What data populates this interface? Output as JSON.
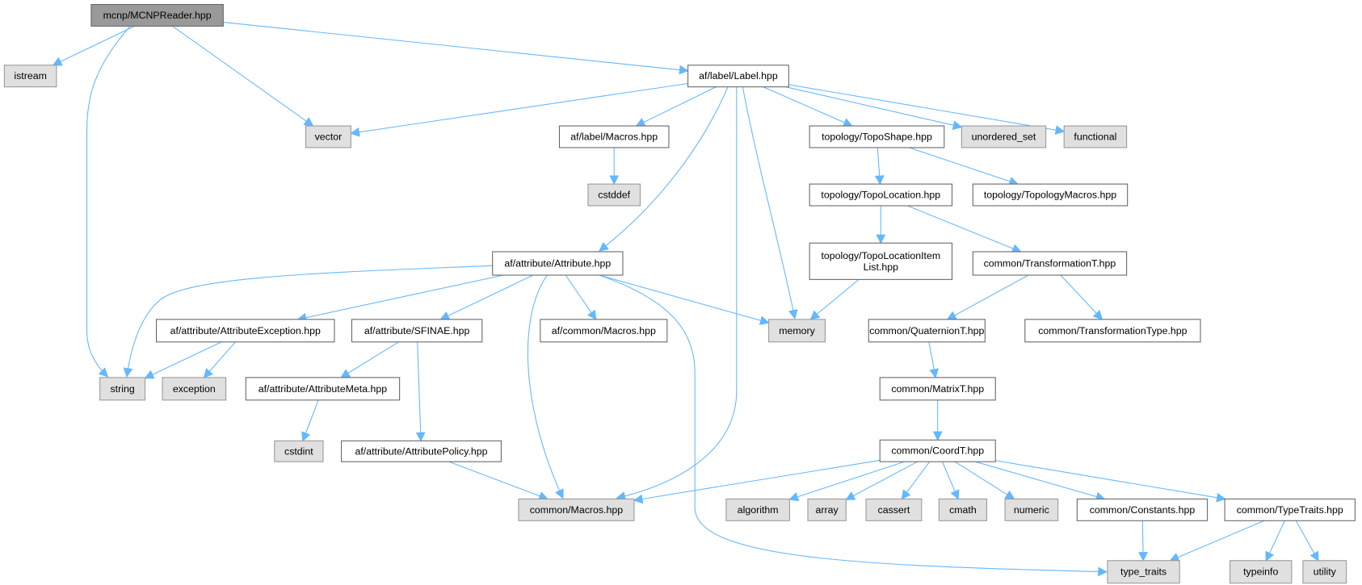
{
  "colors": {
    "edge": "#63b8ff",
    "root_fill": "#999999",
    "external_fill": "#e0e0e0",
    "internal_fill": "#ffffff"
  },
  "nodes": [
    {
      "id": "mcnp_reader",
      "kind": "root",
      "lines": [
        "mcnp/MCNPReader.hpp"
      ]
    },
    {
      "id": "istream",
      "kind": "external",
      "lines": [
        "istream"
      ]
    },
    {
      "id": "vector",
      "kind": "external",
      "lines": [
        "vector"
      ]
    },
    {
      "id": "label",
      "kind": "internal",
      "lines": [
        "af/label/Label.hpp"
      ]
    },
    {
      "id": "label_macros",
      "kind": "internal",
      "lines": [
        "af/label/Macros.hpp"
      ]
    },
    {
      "id": "cstddef",
      "kind": "external",
      "lines": [
        "cstddef"
      ]
    },
    {
      "id": "topo_shape",
      "kind": "internal",
      "lines": [
        "topology/TopoShape.hpp"
      ]
    },
    {
      "id": "unordered_set",
      "kind": "external",
      "lines": [
        "unordered_set"
      ]
    },
    {
      "id": "functional",
      "kind": "external",
      "lines": [
        "functional"
      ]
    },
    {
      "id": "topo_location",
      "kind": "internal",
      "lines": [
        "topology/TopoLocation.hpp"
      ]
    },
    {
      "id": "topology_macros",
      "kind": "internal",
      "lines": [
        "topology/TopologyMacros.hpp"
      ]
    },
    {
      "id": "topo_location_item_list",
      "kind": "internal",
      "lines": [
        "topology/TopoLocationItem",
        "List.hpp"
      ]
    },
    {
      "id": "transformation_t",
      "kind": "internal",
      "lines": [
        "common/TransformationT.hpp"
      ]
    },
    {
      "id": "attribute",
      "kind": "internal",
      "lines": [
        "af/attribute/Attribute.hpp"
      ]
    },
    {
      "id": "attribute_exception",
      "kind": "internal",
      "lines": [
        "af/attribute/AttributeException.hpp"
      ]
    },
    {
      "id": "sfinae",
      "kind": "internal",
      "lines": [
        "af/attribute/SFINAE.hpp"
      ]
    },
    {
      "id": "af_common_macros",
      "kind": "internal",
      "lines": [
        "af/common/Macros.hpp"
      ]
    },
    {
      "id": "memory",
      "kind": "external",
      "lines": [
        "memory"
      ]
    },
    {
      "id": "quaternion_t",
      "kind": "internal",
      "lines": [
        "common/QuaternionT.hpp"
      ]
    },
    {
      "id": "transformation_type",
      "kind": "internal",
      "lines": [
        "common/TransformationType.hpp"
      ]
    },
    {
      "id": "string",
      "kind": "external",
      "lines": [
        "string"
      ]
    },
    {
      "id": "exception",
      "kind": "external",
      "lines": [
        "exception"
      ]
    },
    {
      "id": "attribute_meta",
      "kind": "internal",
      "lines": [
        "af/attribute/AttributeMeta.hpp"
      ]
    },
    {
      "id": "cstdint",
      "kind": "external",
      "lines": [
        "cstdint"
      ]
    },
    {
      "id": "attribute_policy",
      "kind": "internal",
      "lines": [
        "af/attribute/AttributePolicy.hpp"
      ]
    },
    {
      "id": "matrix_t",
      "kind": "internal",
      "lines": [
        "common/MatrixT.hpp"
      ]
    },
    {
      "id": "coord_t",
      "kind": "internal",
      "lines": [
        "common/CoordT.hpp"
      ]
    },
    {
      "id": "common_macros",
      "kind": "external",
      "lines": [
        "common/Macros.hpp"
      ]
    },
    {
      "id": "algorithm",
      "kind": "external",
      "lines": [
        "algorithm"
      ]
    },
    {
      "id": "array",
      "kind": "external",
      "lines": [
        "array"
      ]
    },
    {
      "id": "cassert",
      "kind": "external",
      "lines": [
        "cassert"
      ]
    },
    {
      "id": "cmath",
      "kind": "external",
      "lines": [
        "cmath"
      ]
    },
    {
      "id": "numeric",
      "kind": "external",
      "lines": [
        "numeric"
      ]
    },
    {
      "id": "constants",
      "kind": "internal",
      "lines": [
        "common/Constants.hpp"
      ]
    },
    {
      "id": "type_traits_hpp",
      "kind": "internal",
      "lines": [
        "common/TypeTraits.hpp"
      ]
    },
    {
      "id": "type_traits",
      "kind": "external",
      "lines": [
        "type_traits"
      ]
    },
    {
      "id": "typeinfo",
      "kind": "external",
      "lines": [
        "typeinfo"
      ]
    },
    {
      "id": "utility",
      "kind": "external",
      "lines": [
        "utility"
      ]
    }
  ],
  "edges": [
    [
      "mcnp_reader",
      "istream"
    ],
    [
      "mcnp_reader",
      "string"
    ],
    [
      "mcnp_reader",
      "vector"
    ],
    [
      "mcnp_reader",
      "label"
    ],
    [
      "label",
      "vector"
    ],
    [
      "label",
      "label_macros"
    ],
    [
      "label",
      "attribute"
    ],
    [
      "label",
      "common_macros"
    ],
    [
      "label",
      "memory"
    ],
    [
      "label",
      "topo_shape"
    ],
    [
      "label",
      "unordered_set"
    ],
    [
      "label",
      "functional"
    ],
    [
      "label_macros",
      "cstddef"
    ],
    [
      "topo_shape",
      "topo_location"
    ],
    [
      "topo_shape",
      "topology_macros"
    ],
    [
      "topo_location",
      "topo_location_item_list"
    ],
    [
      "topo_location",
      "transformation_t"
    ],
    [
      "topo_location_item_list",
      "memory"
    ],
    [
      "transformation_t",
      "quaternion_t"
    ],
    [
      "transformation_t",
      "transformation_type"
    ],
    [
      "quaternion_t",
      "matrix_t"
    ],
    [
      "matrix_t",
      "coord_t"
    ],
    [
      "coord_t",
      "common_macros"
    ],
    [
      "coord_t",
      "algorithm"
    ],
    [
      "coord_t",
      "array"
    ],
    [
      "coord_t",
      "cassert"
    ],
    [
      "coord_t",
      "cmath"
    ],
    [
      "coord_t",
      "numeric"
    ],
    [
      "coord_t",
      "constants"
    ],
    [
      "coord_t",
      "type_traits_hpp"
    ],
    [
      "constants",
      "type_traits"
    ],
    [
      "type_traits_hpp",
      "type_traits"
    ],
    [
      "type_traits_hpp",
      "typeinfo"
    ],
    [
      "type_traits_hpp",
      "utility"
    ],
    [
      "attribute",
      "string"
    ],
    [
      "attribute",
      "attribute_exception"
    ],
    [
      "attribute",
      "sfinae"
    ],
    [
      "attribute",
      "common_macros"
    ],
    [
      "attribute",
      "af_common_macros"
    ],
    [
      "attribute",
      "memory"
    ],
    [
      "attribute",
      "type_traits"
    ],
    [
      "attribute_exception",
      "string"
    ],
    [
      "attribute_exception",
      "exception"
    ],
    [
      "sfinae",
      "attribute_meta"
    ],
    [
      "sfinae",
      "attribute_policy"
    ],
    [
      "attribute_meta",
      "cstdint"
    ],
    [
      "attribute_policy",
      "common_macros"
    ]
  ]
}
